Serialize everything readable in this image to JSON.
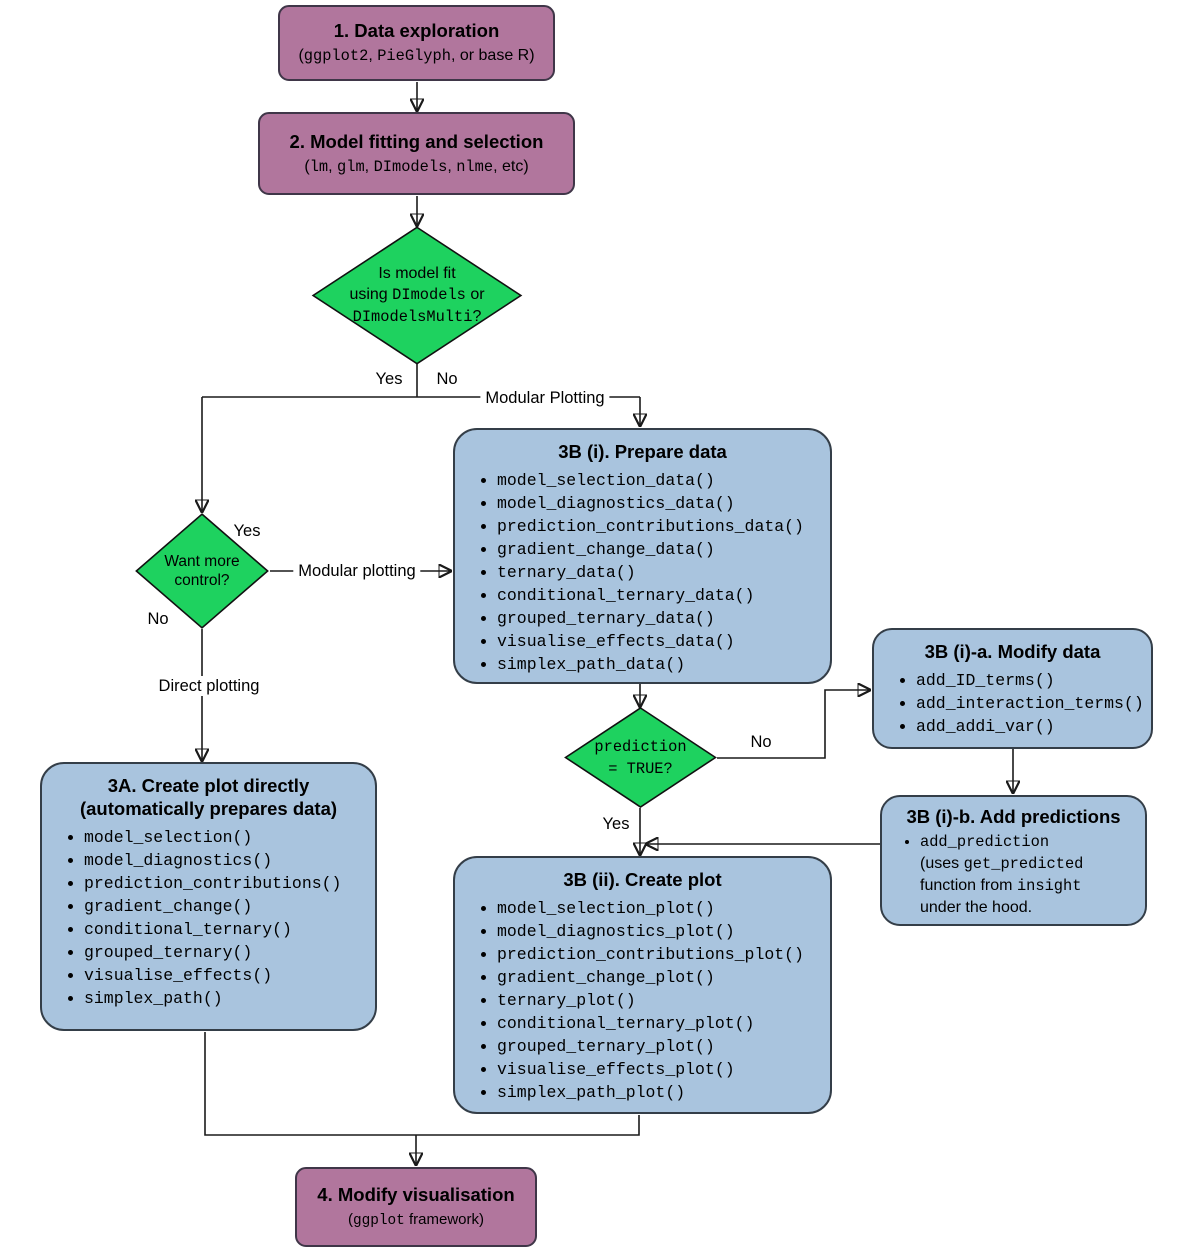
{
  "colors": {
    "purple_fill": "#b1769d",
    "purple_border": "#3f3648",
    "green_fill": "#1ed25f",
    "green_border": "#111111",
    "blue_fill": "#a9c4de",
    "blue_border": "#343e48",
    "line": "#1a1a1a"
  },
  "nodes": {
    "step1": {
      "title": "1. Data exploration",
      "subtitle_segments": [
        {
          "t": "(",
          "code": false
        },
        {
          "t": "ggplot2",
          "code": true
        },
        {
          "t": ", ",
          "code": false
        },
        {
          "t": "PieGlyph",
          "code": true
        },
        {
          "t": ", or base R)",
          "code": false
        }
      ]
    },
    "step2": {
      "title": "2. Model fitting and selection",
      "subtitle_segments": [
        {
          "t": "(",
          "code": false
        },
        {
          "t": "lm",
          "code": true
        },
        {
          "t": ", ",
          "code": false
        },
        {
          "t": "glm",
          "code": true
        },
        {
          "t": ", ",
          "code": false
        },
        {
          "t": "DImodels",
          "code": true
        },
        {
          "t": ", ",
          "code": false
        },
        {
          "t": "nlme",
          "code": true
        },
        {
          "t": ", etc)",
          "code": false
        }
      ]
    },
    "decision_model_fit": {
      "segments": [
        {
          "t": "Is model fit",
          "code": false
        },
        {
          "br": true
        },
        {
          "t": "using ",
          "code": false
        },
        {
          "t": "DImodels",
          "code": true
        },
        {
          "t": " or",
          "code": false
        },
        {
          "br": true
        },
        {
          "t": "DImodelsMulti",
          "code": true
        },
        {
          "t": "?",
          "code": false
        }
      ]
    },
    "decision_control": {
      "segments": [
        {
          "t": "Want more",
          "code": false
        },
        {
          "br": true
        },
        {
          "t": "control?",
          "code": false
        }
      ]
    },
    "decision_prediction": {
      "segments": [
        {
          "t": "prediction",
          "code": true
        },
        {
          "br": true
        },
        {
          "t": "= TRUE?",
          "code": true
        }
      ]
    },
    "box_3a": {
      "title_line1": "3A. Create plot directly",
      "title_line2": "(automatically prepares data)",
      "items": [
        "model_selection()",
        "model_diagnostics()",
        "prediction_contributions()",
        "gradient_change()",
        "conditional_ternary()",
        "grouped_ternary()",
        "visualise_effects()",
        "simplex_path()"
      ]
    },
    "box_3bi": {
      "title": "3B (i). Prepare data",
      "items": [
        "model_selection_data()",
        "model_diagnostics_data()",
        "prediction_contributions_data()",
        "gradient_change_data()",
        "ternary_data()",
        "conditional_ternary_data()",
        "grouped_ternary_data()",
        "visualise_effects_data()",
        "simplex_path_data()"
      ]
    },
    "box_3bia": {
      "title": "3B (i)-a. Modify data",
      "items": [
        "add_ID_terms()",
        "add_interaction_terms()",
        "add_addi_var()"
      ]
    },
    "box_3bib": {
      "title": "3B (i)-b. Add predictions",
      "bullet_segments": [
        {
          "t": "add_prediction",
          "code": true
        },
        {
          "br": true
        },
        {
          "t": "(uses ",
          "code": false
        },
        {
          "t": "get_predicted",
          "code": true
        },
        {
          "br": true
        },
        {
          "t": "function from ",
          "code": false
        },
        {
          "t": "insight",
          "code": true
        },
        {
          "br": true
        },
        {
          "t": "under the hood.",
          "code": false
        }
      ]
    },
    "box_3bii": {
      "title": "3B (ii). Create plot",
      "items": [
        "model_selection_plot()",
        "model_diagnostics_plot()",
        "prediction_contributions_plot()",
        "gradient_change_plot()",
        "ternary_plot()",
        "conditional_ternary_plot()",
        "grouped_ternary_plot()",
        "visualise_effects_plot()",
        "simplex_path_plot()"
      ]
    },
    "step4": {
      "title": "4. Modify visualisation",
      "subtitle_segments": [
        {
          "t": "(",
          "code": false
        },
        {
          "t": "ggplot",
          "code": true
        },
        {
          "t": " framework)",
          "code": false
        }
      ]
    }
  },
  "edge_labels": {
    "yes_top": "Yes",
    "no_top": "No",
    "modular_plotting_top": "Modular Plotting",
    "yes_control": "Yes",
    "modular_plotting_mid": "Modular plotting",
    "no_control": "No",
    "direct_plotting": "Direct plotting",
    "no_prediction": "No",
    "yes_prediction": "Yes"
  }
}
